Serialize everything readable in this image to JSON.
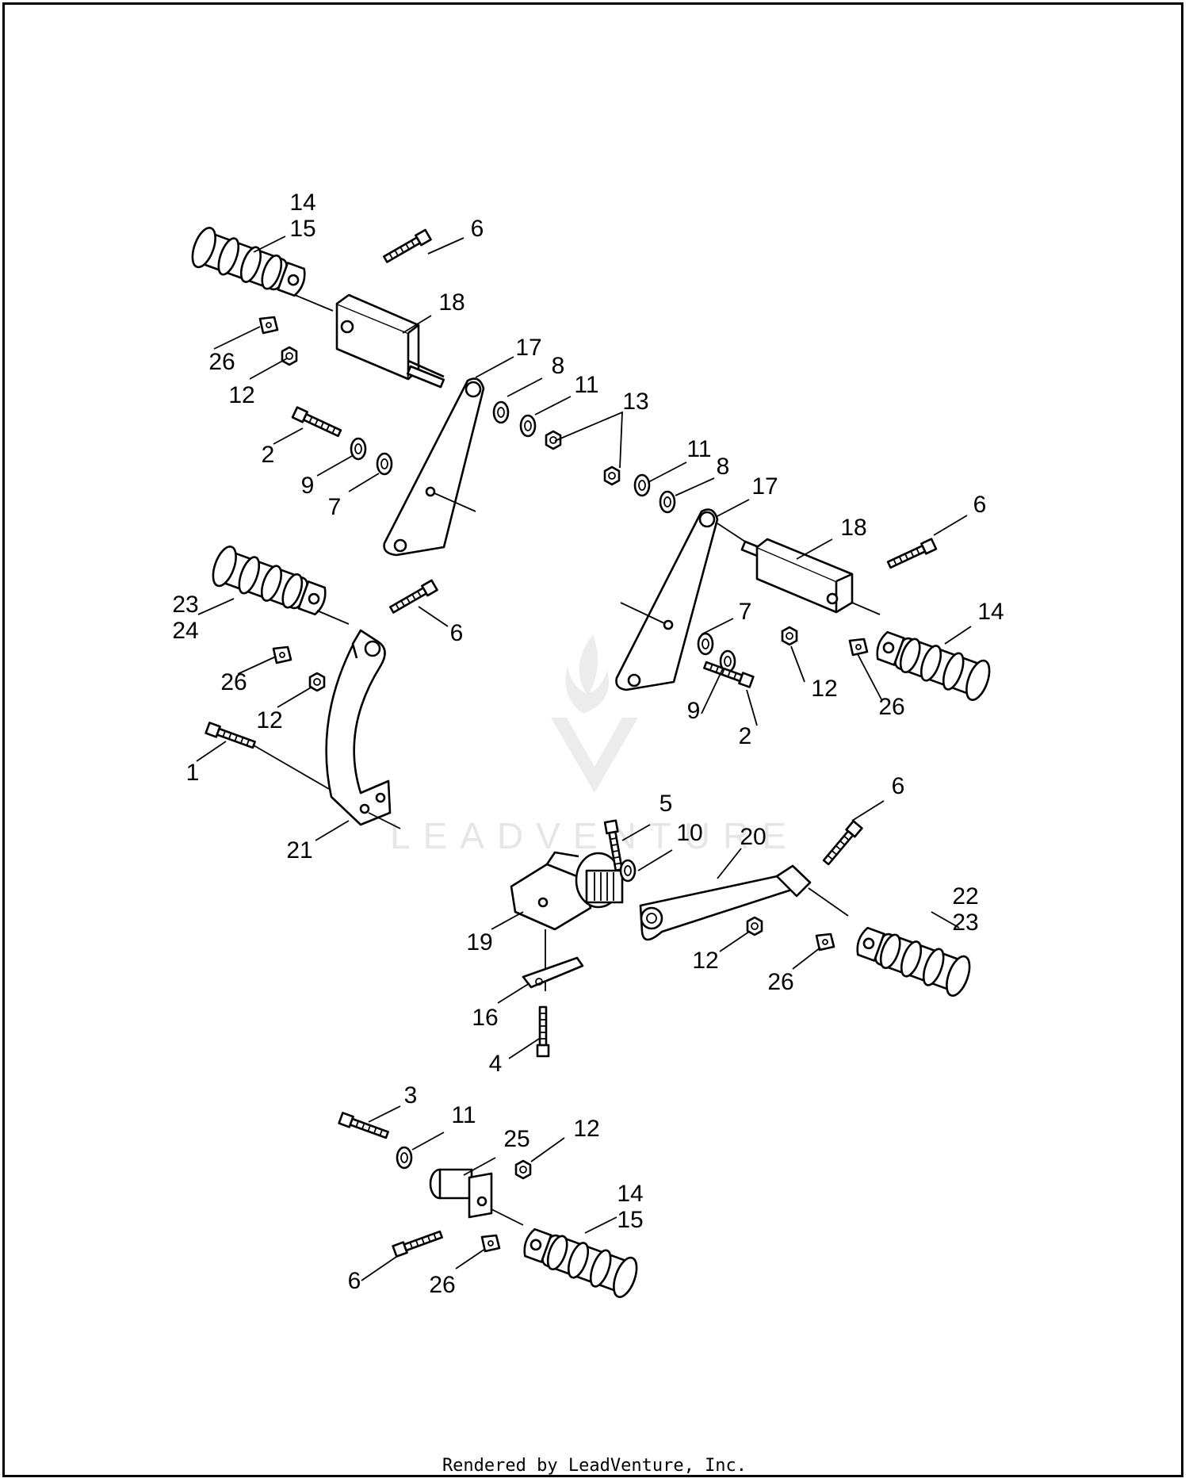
{
  "diagram": {
    "callouts": [
      {
        "id": "c14a",
        "text": "14"
      },
      {
        "id": "c15a",
        "text": "15"
      },
      {
        "id": "c6a",
        "text": "6"
      },
      {
        "id": "c18a",
        "text": "18"
      },
      {
        "id": "c26a",
        "text": "26"
      },
      {
        "id": "c12a",
        "text": "12"
      },
      {
        "id": "c17a",
        "text": "17"
      },
      {
        "id": "c8a",
        "text": "8"
      },
      {
        "id": "c11a",
        "text": "11"
      },
      {
        "id": "c13",
        "text": "13"
      },
      {
        "id": "c2a",
        "text": "2"
      },
      {
        "id": "c9a",
        "text": "9"
      },
      {
        "id": "c7a",
        "text": "7"
      },
      {
        "id": "c11b",
        "text": "11"
      },
      {
        "id": "c8b",
        "text": "8"
      },
      {
        "id": "c17b",
        "text": "17"
      },
      {
        "id": "c18b",
        "text": "18"
      },
      {
        "id": "c6b",
        "text": "6"
      },
      {
        "id": "c23a",
        "text": "23"
      },
      {
        "id": "c24",
        "text": "24"
      },
      {
        "id": "c6c",
        "text": "6"
      },
      {
        "id": "c14b",
        "text": "14"
      },
      {
        "id": "c7b",
        "text": "7"
      },
      {
        "id": "c26b",
        "text": "26"
      },
      {
        "id": "c12b",
        "text": "12"
      },
      {
        "id": "c12c",
        "text": "12"
      },
      {
        "id": "c26c",
        "text": "26"
      },
      {
        "id": "c9b",
        "text": "9"
      },
      {
        "id": "c2b",
        "text": "2"
      },
      {
        "id": "c1",
        "text": "1"
      },
      {
        "id": "c21",
        "text": "21"
      },
      {
        "id": "c6d",
        "text": "6"
      },
      {
        "id": "c5",
        "text": "5"
      },
      {
        "id": "c10",
        "text": "10"
      },
      {
        "id": "c20",
        "text": "20"
      },
      {
        "id": "c22",
        "text": "22"
      },
      {
        "id": "c23b",
        "text": "23"
      },
      {
        "id": "c19",
        "text": "19"
      },
      {
        "id": "c12d",
        "text": "12"
      },
      {
        "id": "c26d",
        "text": "26"
      },
      {
        "id": "c16",
        "text": "16"
      },
      {
        "id": "c4",
        "text": "4"
      },
      {
        "id": "c3",
        "text": "3"
      },
      {
        "id": "c11c",
        "text": "11"
      },
      {
        "id": "c25",
        "text": "25"
      },
      {
        "id": "c12e",
        "text": "12"
      },
      {
        "id": "c14c",
        "text": "14"
      },
      {
        "id": "c15b",
        "text": "15"
      },
      {
        "id": "c6e",
        "text": "6"
      },
      {
        "id": "c26e",
        "text": "26"
      }
    ]
  },
  "watermark": "LEADVENTURE",
  "footer": "Rendered by LeadVenture, Inc."
}
